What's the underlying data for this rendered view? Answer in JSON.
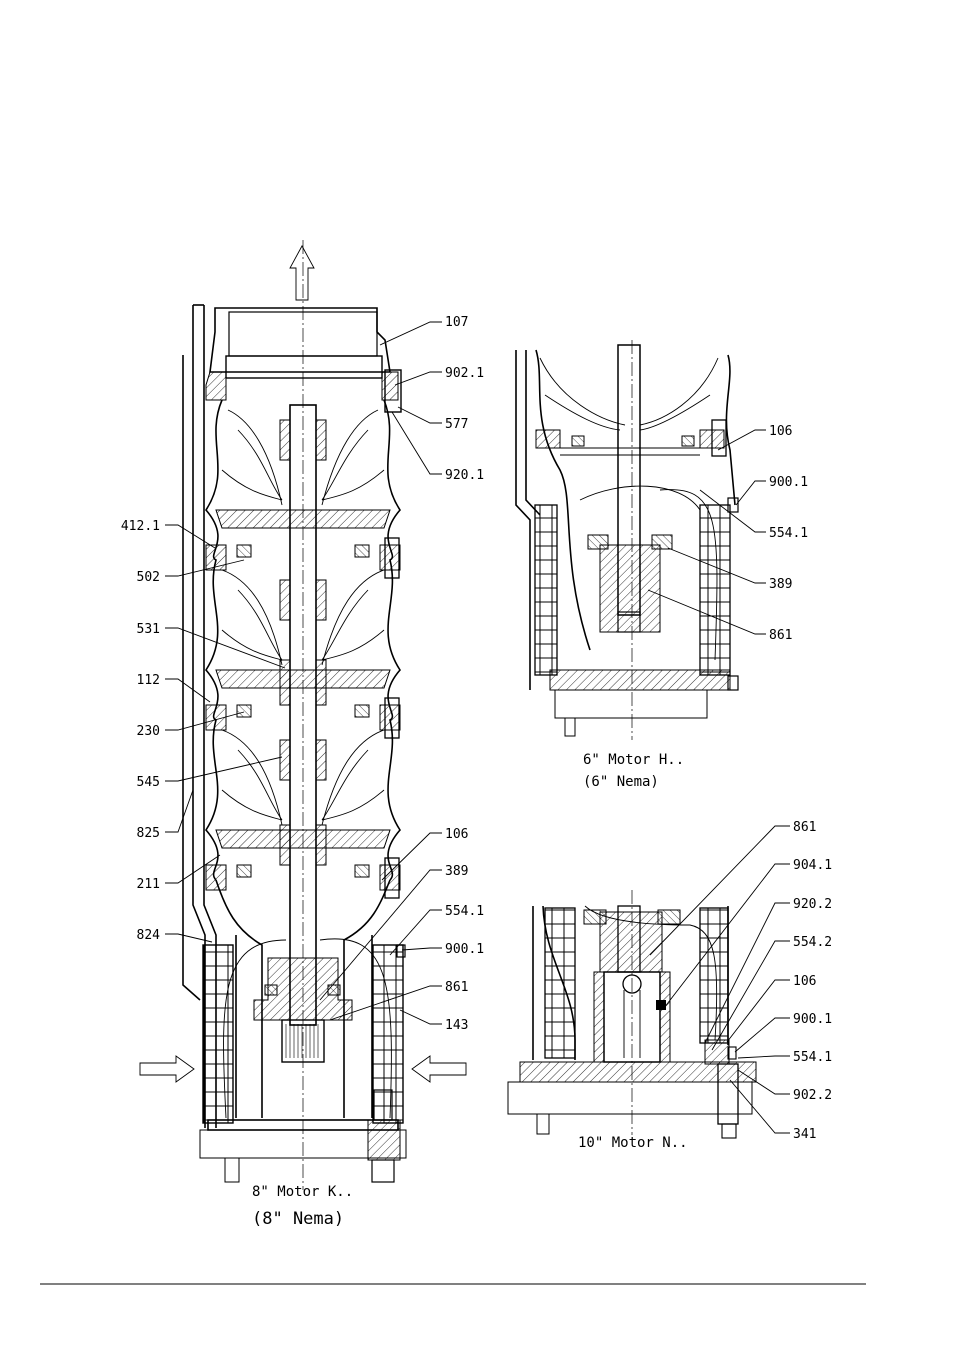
{
  "main_view": {
    "caption_line1": "8\" Motor K..",
    "caption_line2": "(8\" Nema)",
    "labels_right": [
      "107",
      "902.1",
      "577",
      "920.1",
      "106",
      "389",
      "554.1",
      "900.1",
      "861",
      "143"
    ],
    "labels_left": [
      "412.1",
      "502",
      "531",
      "112",
      "230",
      "545",
      "825",
      "211",
      "824"
    ]
  },
  "view_6in": {
    "caption_line1": "6\" Motor H..",
    "caption_line2": "(6\" Nema)",
    "labels": [
      "106",
      "900.1",
      "554.1",
      "389",
      "861"
    ]
  },
  "view_10in": {
    "caption": "10\" Motor N..",
    "labels": [
      "861",
      "904.1",
      "920.2",
      "554.2",
      "106",
      "900.1",
      "554.1",
      "902.2",
      "341"
    ]
  },
  "colors": {
    "ink": "#000000",
    "hatch": "#000000",
    "paper": "#ffffff"
  }
}
